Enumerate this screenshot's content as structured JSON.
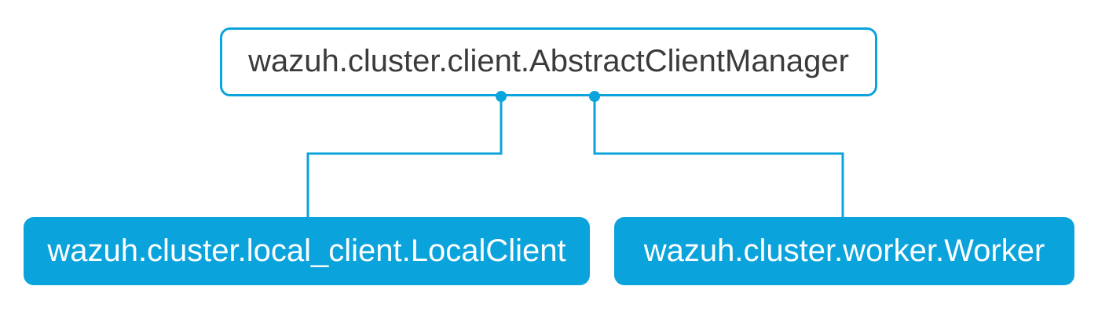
{
  "diagram": {
    "type": "class-inheritance-diagram",
    "nodes": [
      {
        "id": "parent",
        "label": "wazuh.cluster.client.AbstractClientManager",
        "role": "base-class",
        "style": "outlined"
      },
      {
        "id": "child-left",
        "label": "wazuh.cluster.local_client.LocalClient",
        "role": "subclass",
        "style": "filled"
      },
      {
        "id": "child-right",
        "label": "wazuh.cluster.worker.Worker",
        "role": "subclass",
        "style": "filled"
      }
    ],
    "edges": [
      {
        "from": "parent",
        "to": "child-left"
      },
      {
        "from": "parent",
        "to": "child-right"
      }
    ],
    "colors": {
      "accent": "#0aa3dc",
      "parent_text": "#3b3b3b",
      "child_text": "#ffffff",
      "background": "#ffffff"
    }
  }
}
